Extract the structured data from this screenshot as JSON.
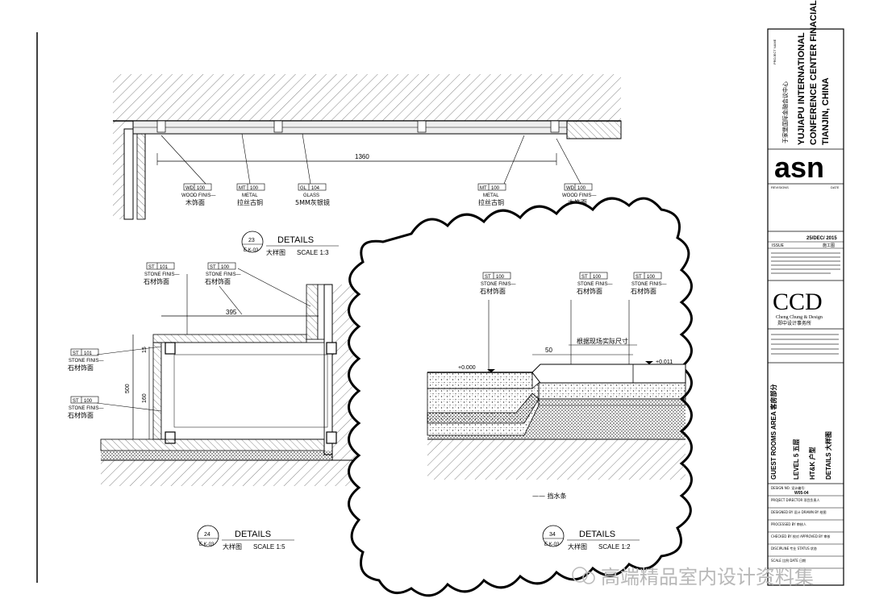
{
  "top_detail": {
    "dimension": "1360",
    "callouts": [
      {
        "code": "WD",
        "num": "100",
        "en": "WOOD FINIS—",
        "cn": "木饰面"
      },
      {
        "code": "MT",
        "num": "100",
        "en": "METAL",
        "cn": "拉丝古铜"
      },
      {
        "code": "GL",
        "num": "104",
        "en": "GLASS",
        "cn": "5MM灰银镜"
      },
      {
        "code": "MT",
        "num": "100",
        "en": "METAL",
        "cn": "拉丝古铜"
      },
      {
        "code": "WD",
        "num": "100",
        "en": "WOOD FINIS—",
        "cn": "木饰面"
      }
    ]
  },
  "left_detail": {
    "callouts": [
      {
        "code": "ST",
        "num": "101",
        "en": "STONE FINIS—",
        "cn": "石材饰面"
      },
      {
        "code": "ST",
        "num": "100",
        "en": "STONE FINIS—",
        "cn": "石材饰面"
      },
      {
        "code": "ST",
        "num": "101",
        "en": "STONE FINIS—",
        "cn": "石材饰面"
      },
      {
        "code": "ST",
        "num": "100",
        "en": "STONE FINIS—",
        "cn": "石材饰面"
      }
    ],
    "dimensions": {
      "width": "395",
      "height": "500",
      "inner": "160",
      "top": "15"
    }
  },
  "right_detail": {
    "callouts": [
      {
        "code": "ST",
        "num": "100",
        "en": "STONE FINIS—",
        "cn": "石材饰面"
      },
      {
        "code": "ST",
        "num": "100",
        "en": "STONE FINIS—",
        "cn": "石材饰面"
      },
      {
        "code": "ST",
        "num": "100",
        "en": "STONE FINIS—",
        "cn": "石材饰面"
      }
    ],
    "dim_note": "根据现场实际尺寸",
    "dim_value": "50",
    "level_left": "+0.000",
    "level_right": "+0.011",
    "note": "—— 挡水条"
  },
  "detail_titles": [
    {
      "num": "23",
      "ref": "E.K-03",
      "title": "DETAILS",
      "cn": "大样图",
      "scale": "SCALE 1:3"
    },
    {
      "num": "24",
      "ref": "E.K-03",
      "title": "DETAILS",
      "cn": "大样图",
      "scale": "SCALE 1:5"
    },
    {
      "num": "34",
      "ref": "E.K-03",
      "title": "DETAILS",
      "cn": "大样图",
      "scale": "SCALE 1:2"
    }
  ],
  "title_block": {
    "project_name_label": "PROJECT NAME",
    "project_cn": "于家堡国际金融会议中心",
    "project_en": [
      "YUJIAPU INTERNATIONAL",
      "CONFERENCE CENTER FINACIAL",
      "TIANJIN, CHINA"
    ],
    "logo_asn": "asn",
    "revision_label": "REVISIONS",
    "date_label": "DATE",
    "issue_date": "25/DEC/ 2015",
    "issue_label": "ISSUE",
    "issue_status": "施工图",
    "logo_ccd": "CCD",
    "ccd_en": "Cheng Chung & Design",
    "ccd_cn": "郑中设计事务所",
    "drawing_title": [
      "GUEST ROOMS AREA  客房部分",
      "LEVEL 5   五层",
      "HT&K   户型",
      "DETAILS  大样图"
    ],
    "drawing_no_label": "DESIGN NO. 设计编号:",
    "drawing_no": "W05-04",
    "rows": [
      "PROJECT DIRECTOR 项目负责人",
      "DESIGNED BY 设计   DRAWN BY 绘图",
      "PROCESSED BY 审核人",
      "CHECKED BY 校对   APPROVED BY 审核",
      "DISCIPLINE 专业   STATUS 状态",
      "SCALE 比例   DATE 日期"
    ]
  },
  "watermark": "高端精品室内设计资料集"
}
